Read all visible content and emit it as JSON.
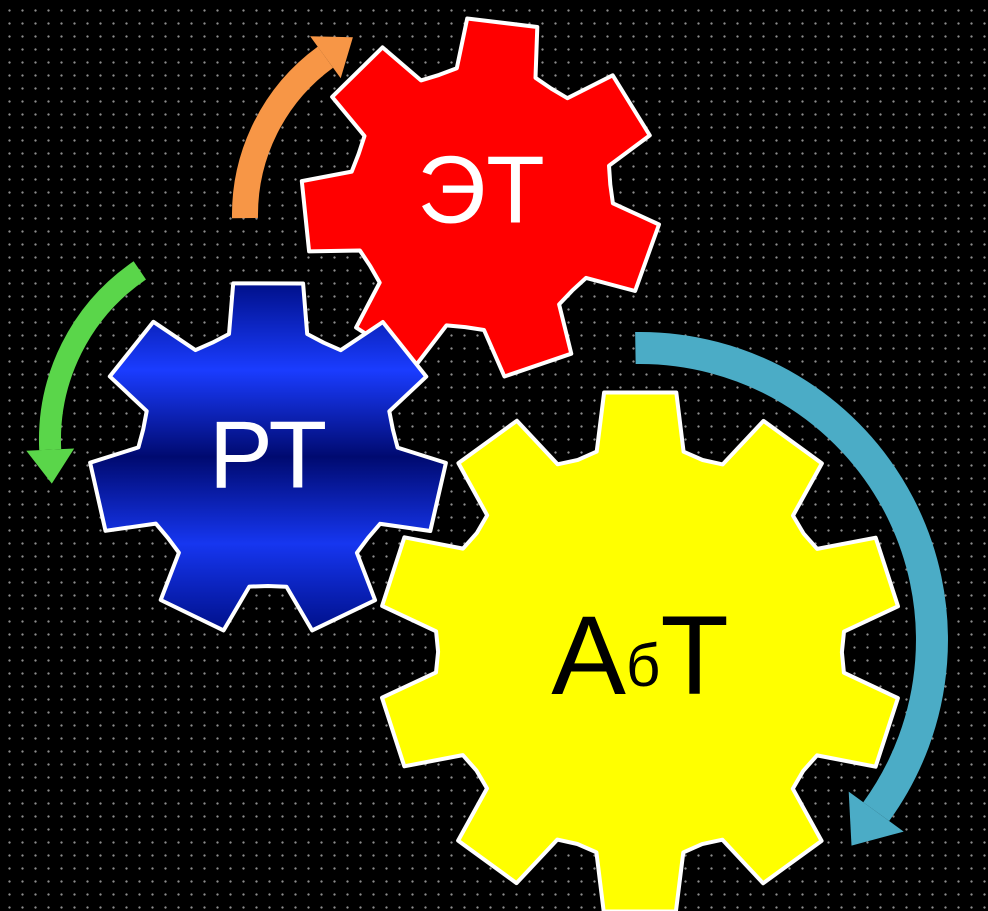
{
  "gears": [
    {
      "id": "et",
      "label": "ЭТ",
      "fill": "#ff0000",
      "text_color": "#ffffff"
    },
    {
      "id": "rt",
      "label": "РТ",
      "fill": "#0a1fd0",
      "text_color": "#ffffff"
    },
    {
      "id": "abt",
      "label_main": "А",
      "label_sub": "б",
      "label_end": "Т",
      "fill": "#ffff00",
      "text_color": "#000000"
    }
  ],
  "arrows": [
    {
      "id": "orange",
      "color": "#f79646"
    },
    {
      "id": "green",
      "color": "#5ad64a"
    },
    {
      "id": "teal",
      "color": "#4bacc6"
    }
  ],
  "background": {
    "color": "#000000",
    "dots": "#ffffff"
  }
}
